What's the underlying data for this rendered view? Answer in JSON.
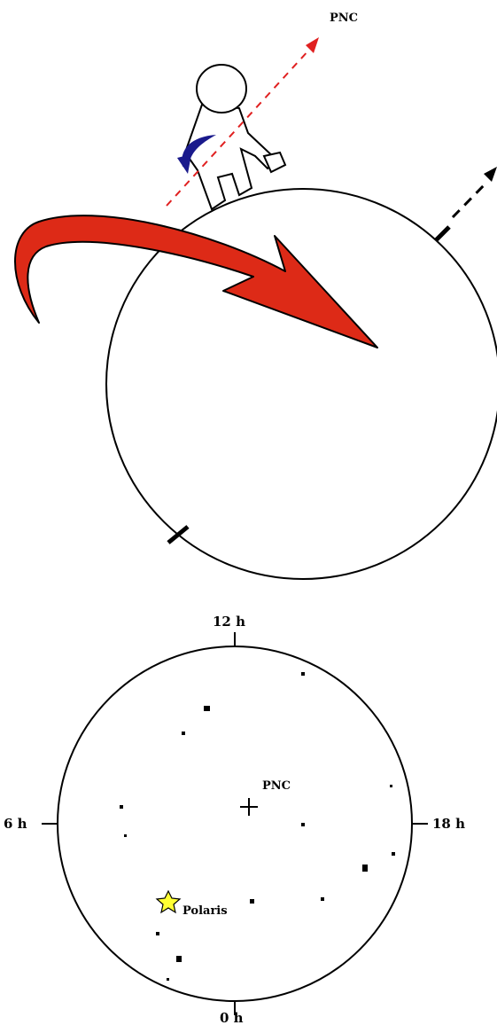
{
  "top_diagram": {
    "axis_label": "PNC",
    "colors": {
      "rotation_arrow": "#dd2a17",
      "axis_line": "#e02020",
      "spin_arrow": "#1a1a8c",
      "outline": "#000000"
    }
  },
  "bottom_diagram": {
    "center_label": "PNC",
    "hour_labels": {
      "top": "12 h",
      "left": "6 h",
      "right": "18 h",
      "bottom": "0 h"
    },
    "highlighted_star": {
      "label": "Polaris",
      "color": "#ffff33"
    }
  }
}
